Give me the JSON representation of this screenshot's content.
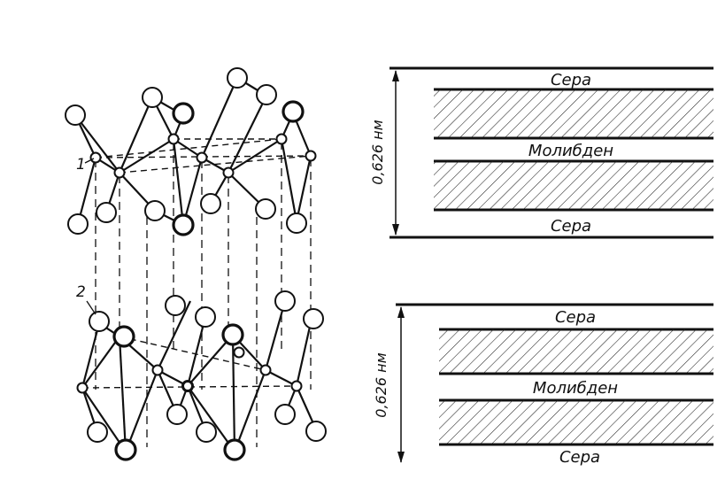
{
  "figure": {
    "markers": {
      "layer_1": "1",
      "layer_2": "2"
    },
    "top_block": {
      "dimension": "0,626 нм",
      "label_top": "Сера",
      "label_middle": "Молибден",
      "label_bottom": "Сера"
    },
    "bottom_block": {
      "dimension": "0,626 нм",
      "label_top": "Сера",
      "label_middle": "Молибден",
      "label_bottom": "Сера"
    }
  }
}
